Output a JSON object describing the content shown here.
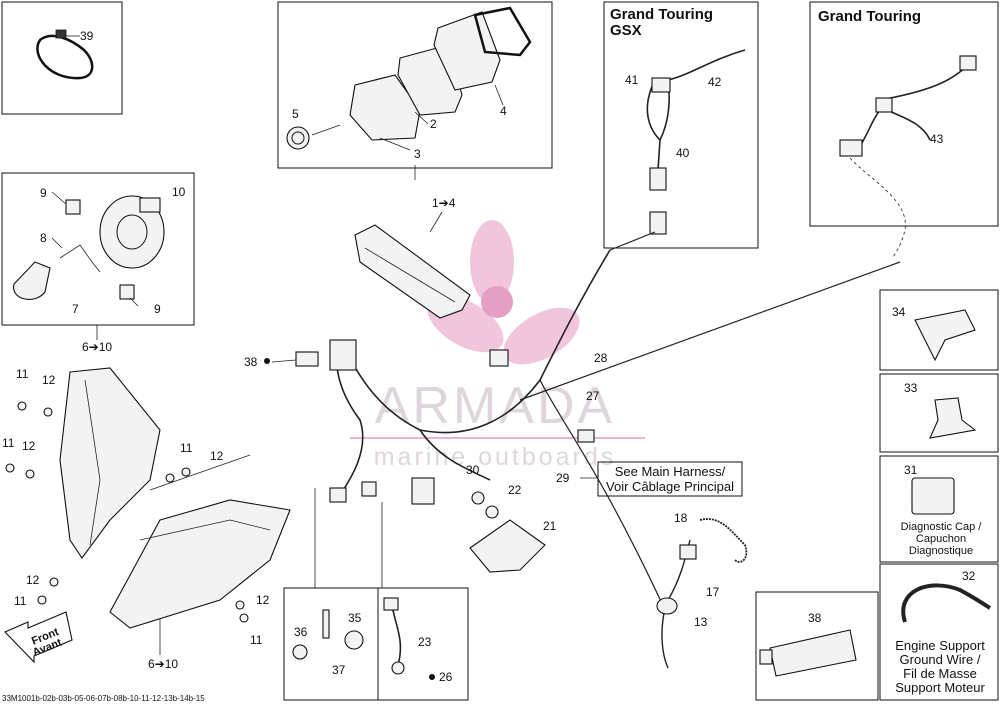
{
  "title_labels": {
    "gsx_line1": "Grand Touring",
    "gsx_line2": "GSX",
    "gt": "Grand Touring"
  },
  "callouts": {
    "c39": "39",
    "c5": "5",
    "c2": "2",
    "c3": "3",
    "c4": "4",
    "c9a": "9",
    "c10": "10",
    "c8": "8",
    "c7": "7",
    "c9b": "9",
    "c1to4": "1➔4",
    "c6to10a": "6➔10",
    "c6to10b": "6➔10",
    "c41": "41",
    "c42": "42",
    "c40": "40",
    "c43": "43",
    "c38a": "38",
    "c28": "28",
    "c27": "27",
    "c29": "29",
    "c30": "30",
    "c22": "22",
    "c21": "21",
    "c18": "18",
    "c17": "17",
    "c13": "13",
    "c11a": "11",
    "c12a": "12",
    "c11b": "11",
    "c12b": "12",
    "c11c": "11",
    "c12c": "12",
    "c12d": "12",
    "c11d": "11",
    "c12e": "12",
    "c11e": "11",
    "c36": "36",
    "c35": "35",
    "c37": "37",
    "c23": "23",
    "c26": "26",
    "c34": "34",
    "c33": "33",
    "c31": "31",
    "c32": "32",
    "c38b": "38"
  },
  "notes": {
    "harness_en": "See Main Harness/",
    "harness_fr": "Voir Câblage Principal",
    "diag1": "Diagnostic Cap /",
    "diag2": "Capuchon",
    "diag3": "Diagnostique",
    "ground1": "Engine Support",
    "ground2": "Ground Wire /",
    "ground3": "Fil de Masse",
    "ground4": "Support Moteur",
    "front1": "Front",
    "front2": "Avant",
    "code": "33M1001b-02b-03b-05-06-07b-08b-10-11-12-13b-14b-15"
  },
  "watermark": {
    "brand": "ARMADA",
    "tagline": "marine outboards",
    "color": "#e8a6c8"
  }
}
